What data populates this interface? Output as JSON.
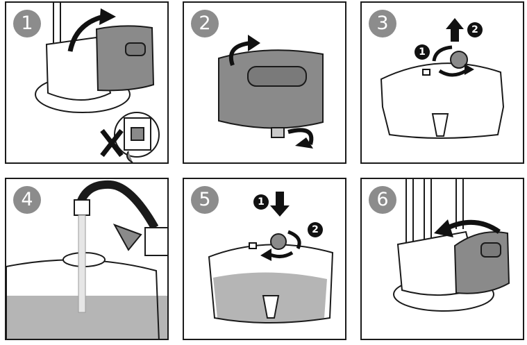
{
  "steps": [
    {
      "number": "1"
    },
    {
      "number": "2"
    },
    {
      "number": "3",
      "sub_steps": [
        "1",
        "2"
      ]
    },
    {
      "number": "4"
    },
    {
      "number": "5",
      "sub_steps": [
        "1",
        "2"
      ]
    },
    {
      "number": "6"
    }
  ],
  "colors": {
    "badge": "#8c8c8c",
    "tank_dark": "#8a8a8a",
    "water": "#b5b5b5",
    "outline": "#1a1a1a",
    "sub_badge": "#111111"
  },
  "icons": [
    "arrow-curved-icon",
    "unplug-icon",
    "cross-icon",
    "arrow-up-icon",
    "arrow-down-icon",
    "rotate-icon",
    "unlock-icon",
    "lock-icon",
    "faucet-icon"
  ]
}
